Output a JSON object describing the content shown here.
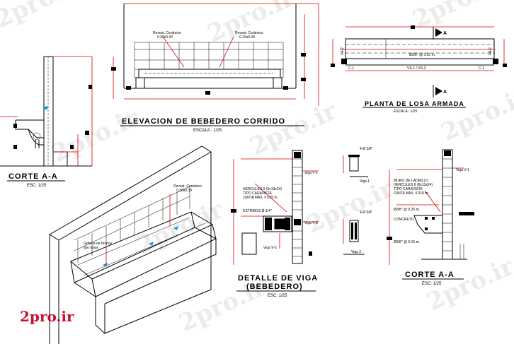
{
  "watermark": {
    "text": "2pro.ir",
    "color": "#c8102e"
  },
  "elevation": {
    "title": "ELEVACION DE BEBEDERO CORRIDO",
    "scale": "ESCALA : 1/25",
    "tile_label_left": "Revest. Cerámico",
    "tile_dim_left": "0.30x0.30",
    "tile_label_right": "Revest. Cerámico",
    "tile_dim_right": "0.10x0.30"
  },
  "plan": {
    "title": "PLANTA DE LOSA ARMADA",
    "scale": "ESCALA : 1/25",
    "section_mark": "A",
    "rebar": "Ø3/8\" @ 0.20 m.",
    "beam_label": "VS-1 / VS-2",
    "left_beam": "VA-2",
    "right_beam": "VA-2",
    "left_col": "C-1",
    "right_col": "C-1"
  },
  "section_left": {
    "title": "CORTE A-A",
    "scale": "ESC: 1/25"
  },
  "iso": {
    "tile_label": "Revest. Cerámico",
    "tile_dim": "0.30x0.30",
    "faucet_label": "Grifería de bronce",
    "faucet_type": "tipo tulsa"
  },
  "beam_detail": {
    "title": "DETALLE DE VIGA",
    "subtitle": "(BEBEDERO)",
    "scale": "ESC: 1/25",
    "label_va1": "Viga V-1",
    "label_va2": "Viga V-2",
    "label_va3": "Viga V-3",
    "note1": "HERCULES II (6x13x24)",
    "note2": "TIPO CARAVISTA",
    "note3": "JUNTA MAX. 0.015 m.",
    "stirrup": "ESTRIBOS Ø 1/4\"",
    "rebar_top": "4 Ø 3/8\"",
    "rebar_bot": "4 Ø 3/8\"",
    "sec1": "Viga 1",
    "sec2": "Viga 2"
  },
  "section_right": {
    "title": "CORTE A-A",
    "scale": "ESC: 1/25",
    "label_v1": "Viga V-1",
    "wall": "MURO DE LADRILLO",
    "wall2": "HERCULES II (6x13x24)",
    "wall3": "TIPO CARAVISTA",
    "wall4": "JUNTA MAX. 0.015 m.",
    "rebar1": "Ø3/8\" @ 0.25 m.",
    "concrete": "CONCRETO",
    "rebar2": "Ø3/8\" @ 0.15 m."
  }
}
